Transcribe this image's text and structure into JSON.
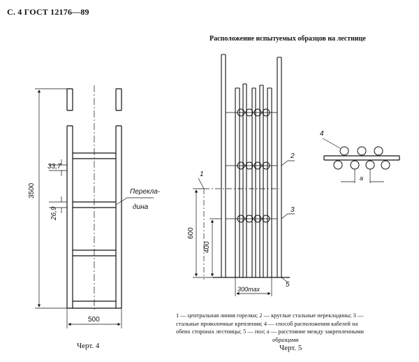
{
  "header": {
    "page_label": "С. 4 ГОСТ 12176—89"
  },
  "figure4": {
    "caption": "Черт. 4",
    "dim_height": "3500",
    "dim_width": "500",
    "dim_small_gap": "33,7",
    "dim_rung": "26,9",
    "callout_label_line1": "Перекла-",
    "callout_label_line2": "дина"
  },
  "figure5": {
    "title": "Расположение испытуемых образцов на лестнице",
    "caption": "Черт. 5",
    "dim_600": "600",
    "dim_400": "400",
    "dim_300": "300max",
    "dim_a": "a",
    "callouts": [
      "1",
      "2",
      "3",
      "4",
      "5"
    ],
    "legend_lines": [
      "1 — центральная линия горелки; 2 — круглые стальные перекладины; 3 —",
      "стальные проволочные крепления; 4 — способ расположения кабелей на",
      "обеих сторонах лестницы; 5 — пол; a — расстояние между закрепленными",
      "образцами"
    ]
  }
}
